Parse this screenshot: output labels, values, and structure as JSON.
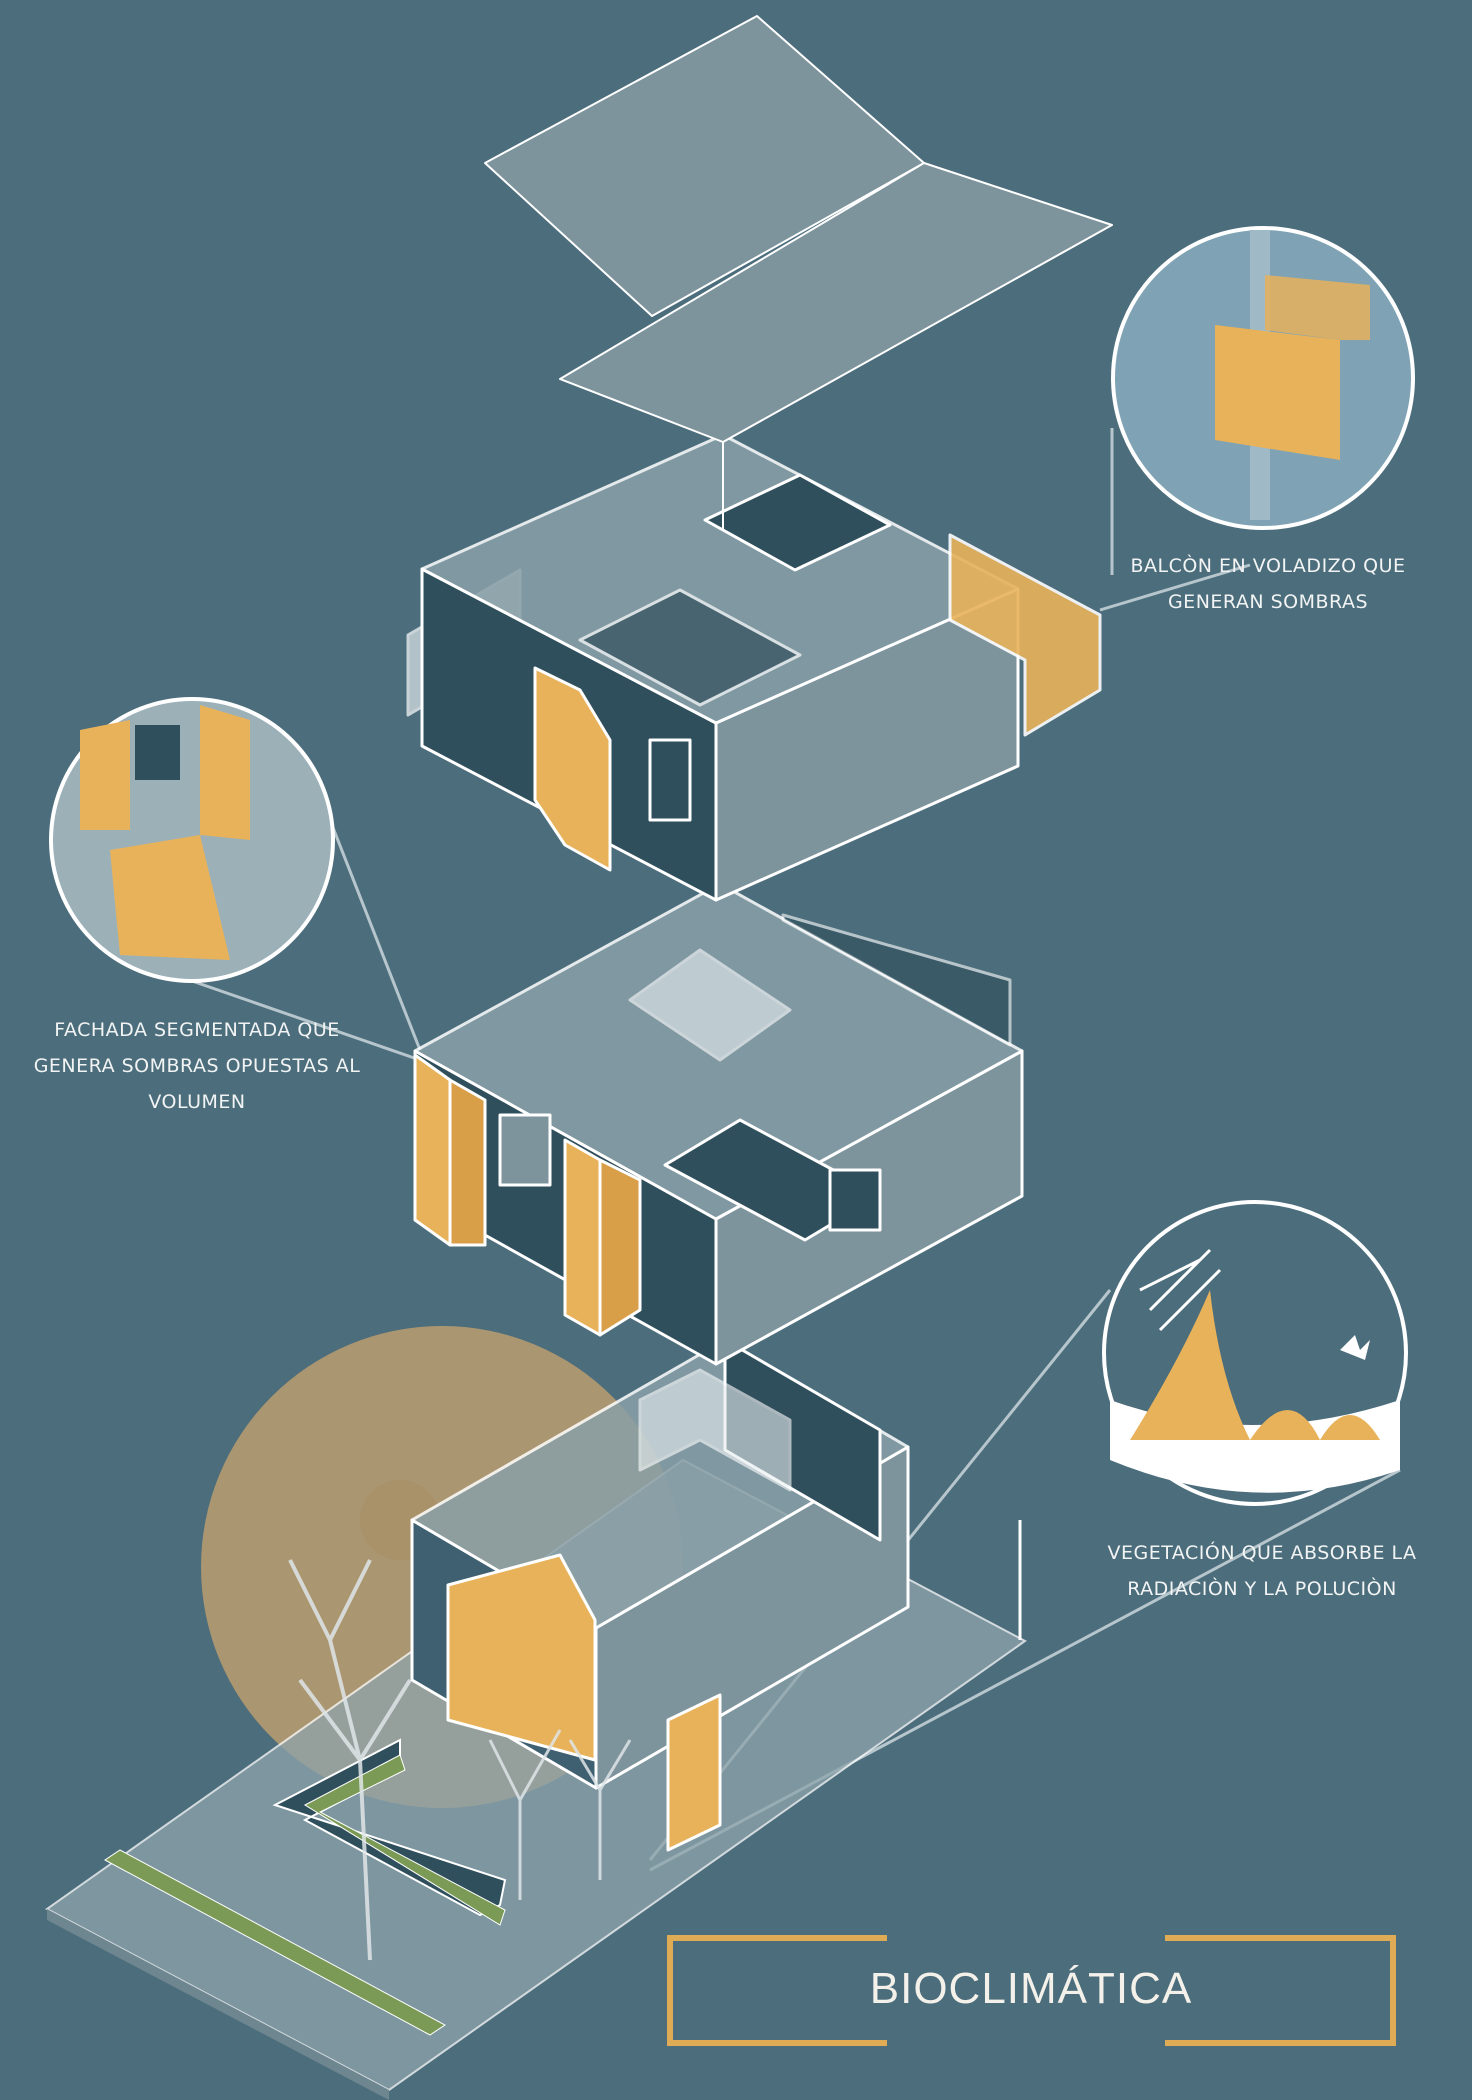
{
  "title": "BIOCLIMÁTICA",
  "annotations": {
    "balcony": {
      "line1": "BALCÒN EN VOLADIZO QUE",
      "line2": "GENERAN SOMBRAS"
    },
    "facade": {
      "line1": "FACHADA SEGMENTADA QUE",
      "line2": "GENERA SOMBRAS OPUESTAS AL",
      "line3": "VOLUMEN"
    },
    "vegetation": {
      "line1": "VEGETACIÓN QUE ABSORBE LA",
      "line2": "RADIACIÒN Y LA POLUCIÒN"
    }
  },
  "colors": {
    "background": "#4c6d7c",
    "accent": "#e8b25a",
    "wall": "#7d949d",
    "dark": "#2f4f5c",
    "line": "#ffffff"
  }
}
